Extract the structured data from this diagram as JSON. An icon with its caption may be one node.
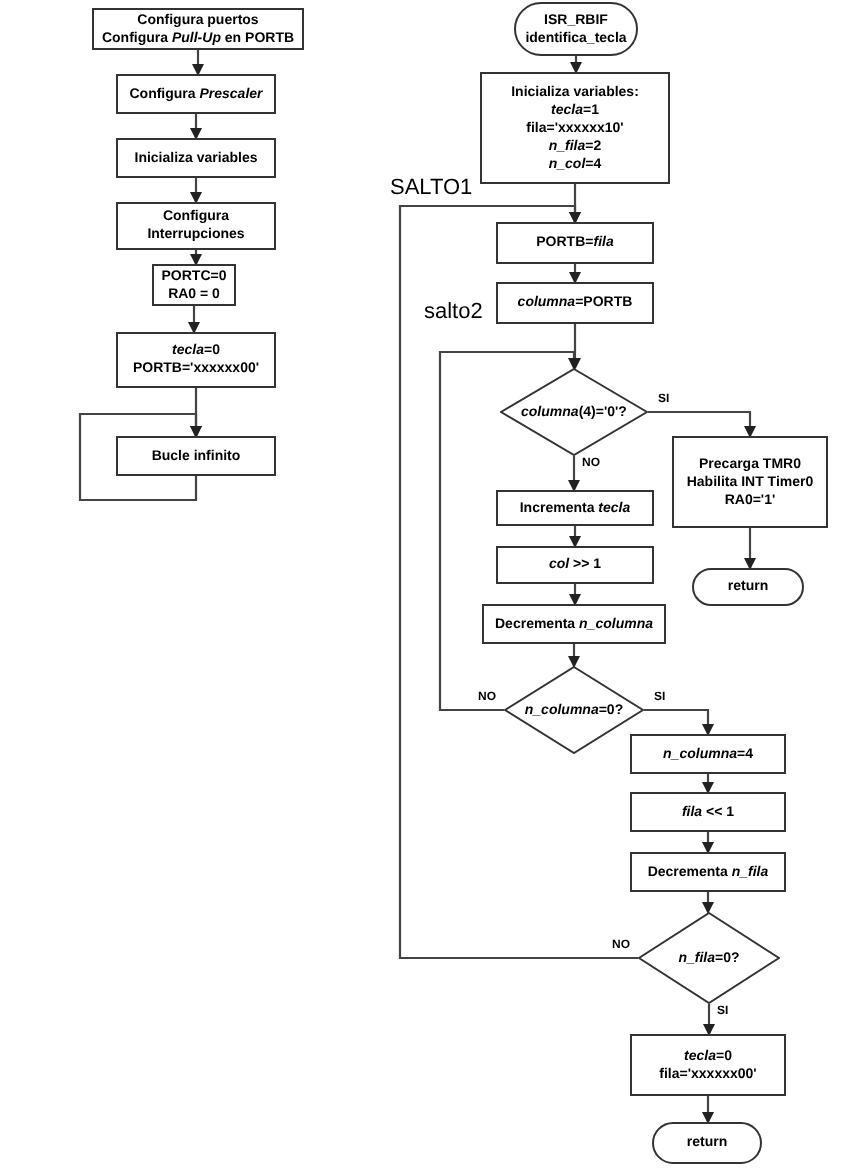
{
  "diagram": {
    "nodes": [
      {
        "text": [
          "Configura puertos",
          "Configura *Pull-Up* en PORTB"
        ]
      },
      {
        "text": [
          "Configura *Prescaler*"
        ]
      },
      {
        "text": [
          "Inicializa variables"
        ]
      },
      {
        "text": [
          "Configura Interrupciones"
        ]
      },
      {
        "text": [
          "PORTC=0",
          "RA0 = 0"
        ]
      },
      {
        "text": [
          "*tecla*=0",
          "PORTB='xxxxxx00'"
        ]
      },
      {
        "text": [
          "Bucle infinito"
        ]
      },
      {
        "text": [
          "ISR_RBIF",
          "identifica_tecla"
        ]
      },
      {
        "text": [
          "Inicializa variables:",
          "*tecla*=1",
          "fila='xxxxxx10'",
          "*n_fila*=2",
          "*n_col*=4"
        ]
      },
      {
        "text": [
          "PORTB=*fila*"
        ]
      },
      {
        "text": [
          "*columna*=PORTB"
        ]
      },
      {
        "text": [
          "*columna*(4)='0'?"
        ]
      },
      {
        "text": [
          "Precarga TMR0",
          "Habilita INT Timer0",
          "RA0='1'"
        ]
      },
      {
        "text": [
          "return"
        ]
      },
      {
        "text": [
          "Incrementa *tecla*"
        ]
      },
      {
        "text": [
          "*col* >> 1"
        ]
      },
      {
        "text": [
          "Decrementa *n_columna*"
        ]
      },
      {
        "text": [
          "*n_columna*=0?"
        ]
      },
      {
        "text": [
          "*n_columna*=4"
        ]
      },
      {
        "text": [
          "*fila* << 1"
        ]
      },
      {
        "text": [
          "Decrementa *n_fila*"
        ]
      },
      {
        "text": [
          "*n_fila*=0?"
        ]
      },
      {
        "text": [
          "*tecla*=0",
          "fila='xxxxxx00'"
        ]
      },
      {
        "text": [
          "return"
        ]
      }
    ],
    "edges": [
      {
        "from": 0,
        "to": 1,
        "arrow": "to"
      },
      {
        "from": 1,
        "to": 2,
        "arrow": "to"
      },
      {
        "from": 2,
        "to": 3,
        "arrow": "to"
      },
      {
        "from": 3,
        "to": 4,
        "arrow": "to"
      },
      {
        "from": 4,
        "to": 5,
        "arrow": "to"
      },
      {
        "from": 5,
        "to": 6,
        "arrow": "to"
      },
      {
        "from": 6,
        "to": 6,
        "arrow": "to"
      },
      {
        "from": 7,
        "to": 8,
        "arrow": "to"
      },
      {
        "from": 8,
        "to": 9,
        "arrow": "to"
      },
      {
        "from": 9,
        "to": 10,
        "arrow": "to"
      },
      {
        "from": 10,
        "to": 11,
        "arrow": "to"
      },
      {
        "from": 11,
        "to": 12,
        "arrow": "to",
        "label": "SI"
      },
      {
        "from": 11,
        "to": 14,
        "arrow": "to",
        "label": "NO"
      },
      {
        "from": 12,
        "to": 13,
        "arrow": "to"
      },
      {
        "from": 14,
        "to": 15,
        "arrow": "to"
      },
      {
        "from": 15,
        "to": 16,
        "arrow": "to"
      },
      {
        "from": 16,
        "to": 17,
        "arrow": "to"
      },
      {
        "from": 17,
        "to": 18,
        "arrow": "to",
        "label": "SI"
      },
      {
        "from": 17,
        "to": 11,
        "arrow": "to",
        "label": "NO"
      },
      {
        "from": 18,
        "to": 19,
        "arrow": "to"
      },
      {
        "from": 19,
        "to": 20,
        "arrow": "to"
      },
      {
        "from": 20,
        "to": 21,
        "arrow": "to"
      },
      {
        "from": 21,
        "to": 22,
        "arrow": "to",
        "label": "SI"
      },
      {
        "from": 21,
        "to": 9,
        "arrow": "to",
        "label": "NO"
      },
      {
        "from": 22,
        "to": 23,
        "arrow": "to"
      }
    ],
    "labels": [
      "SALTO1",
      "salto2"
    ]
  }
}
